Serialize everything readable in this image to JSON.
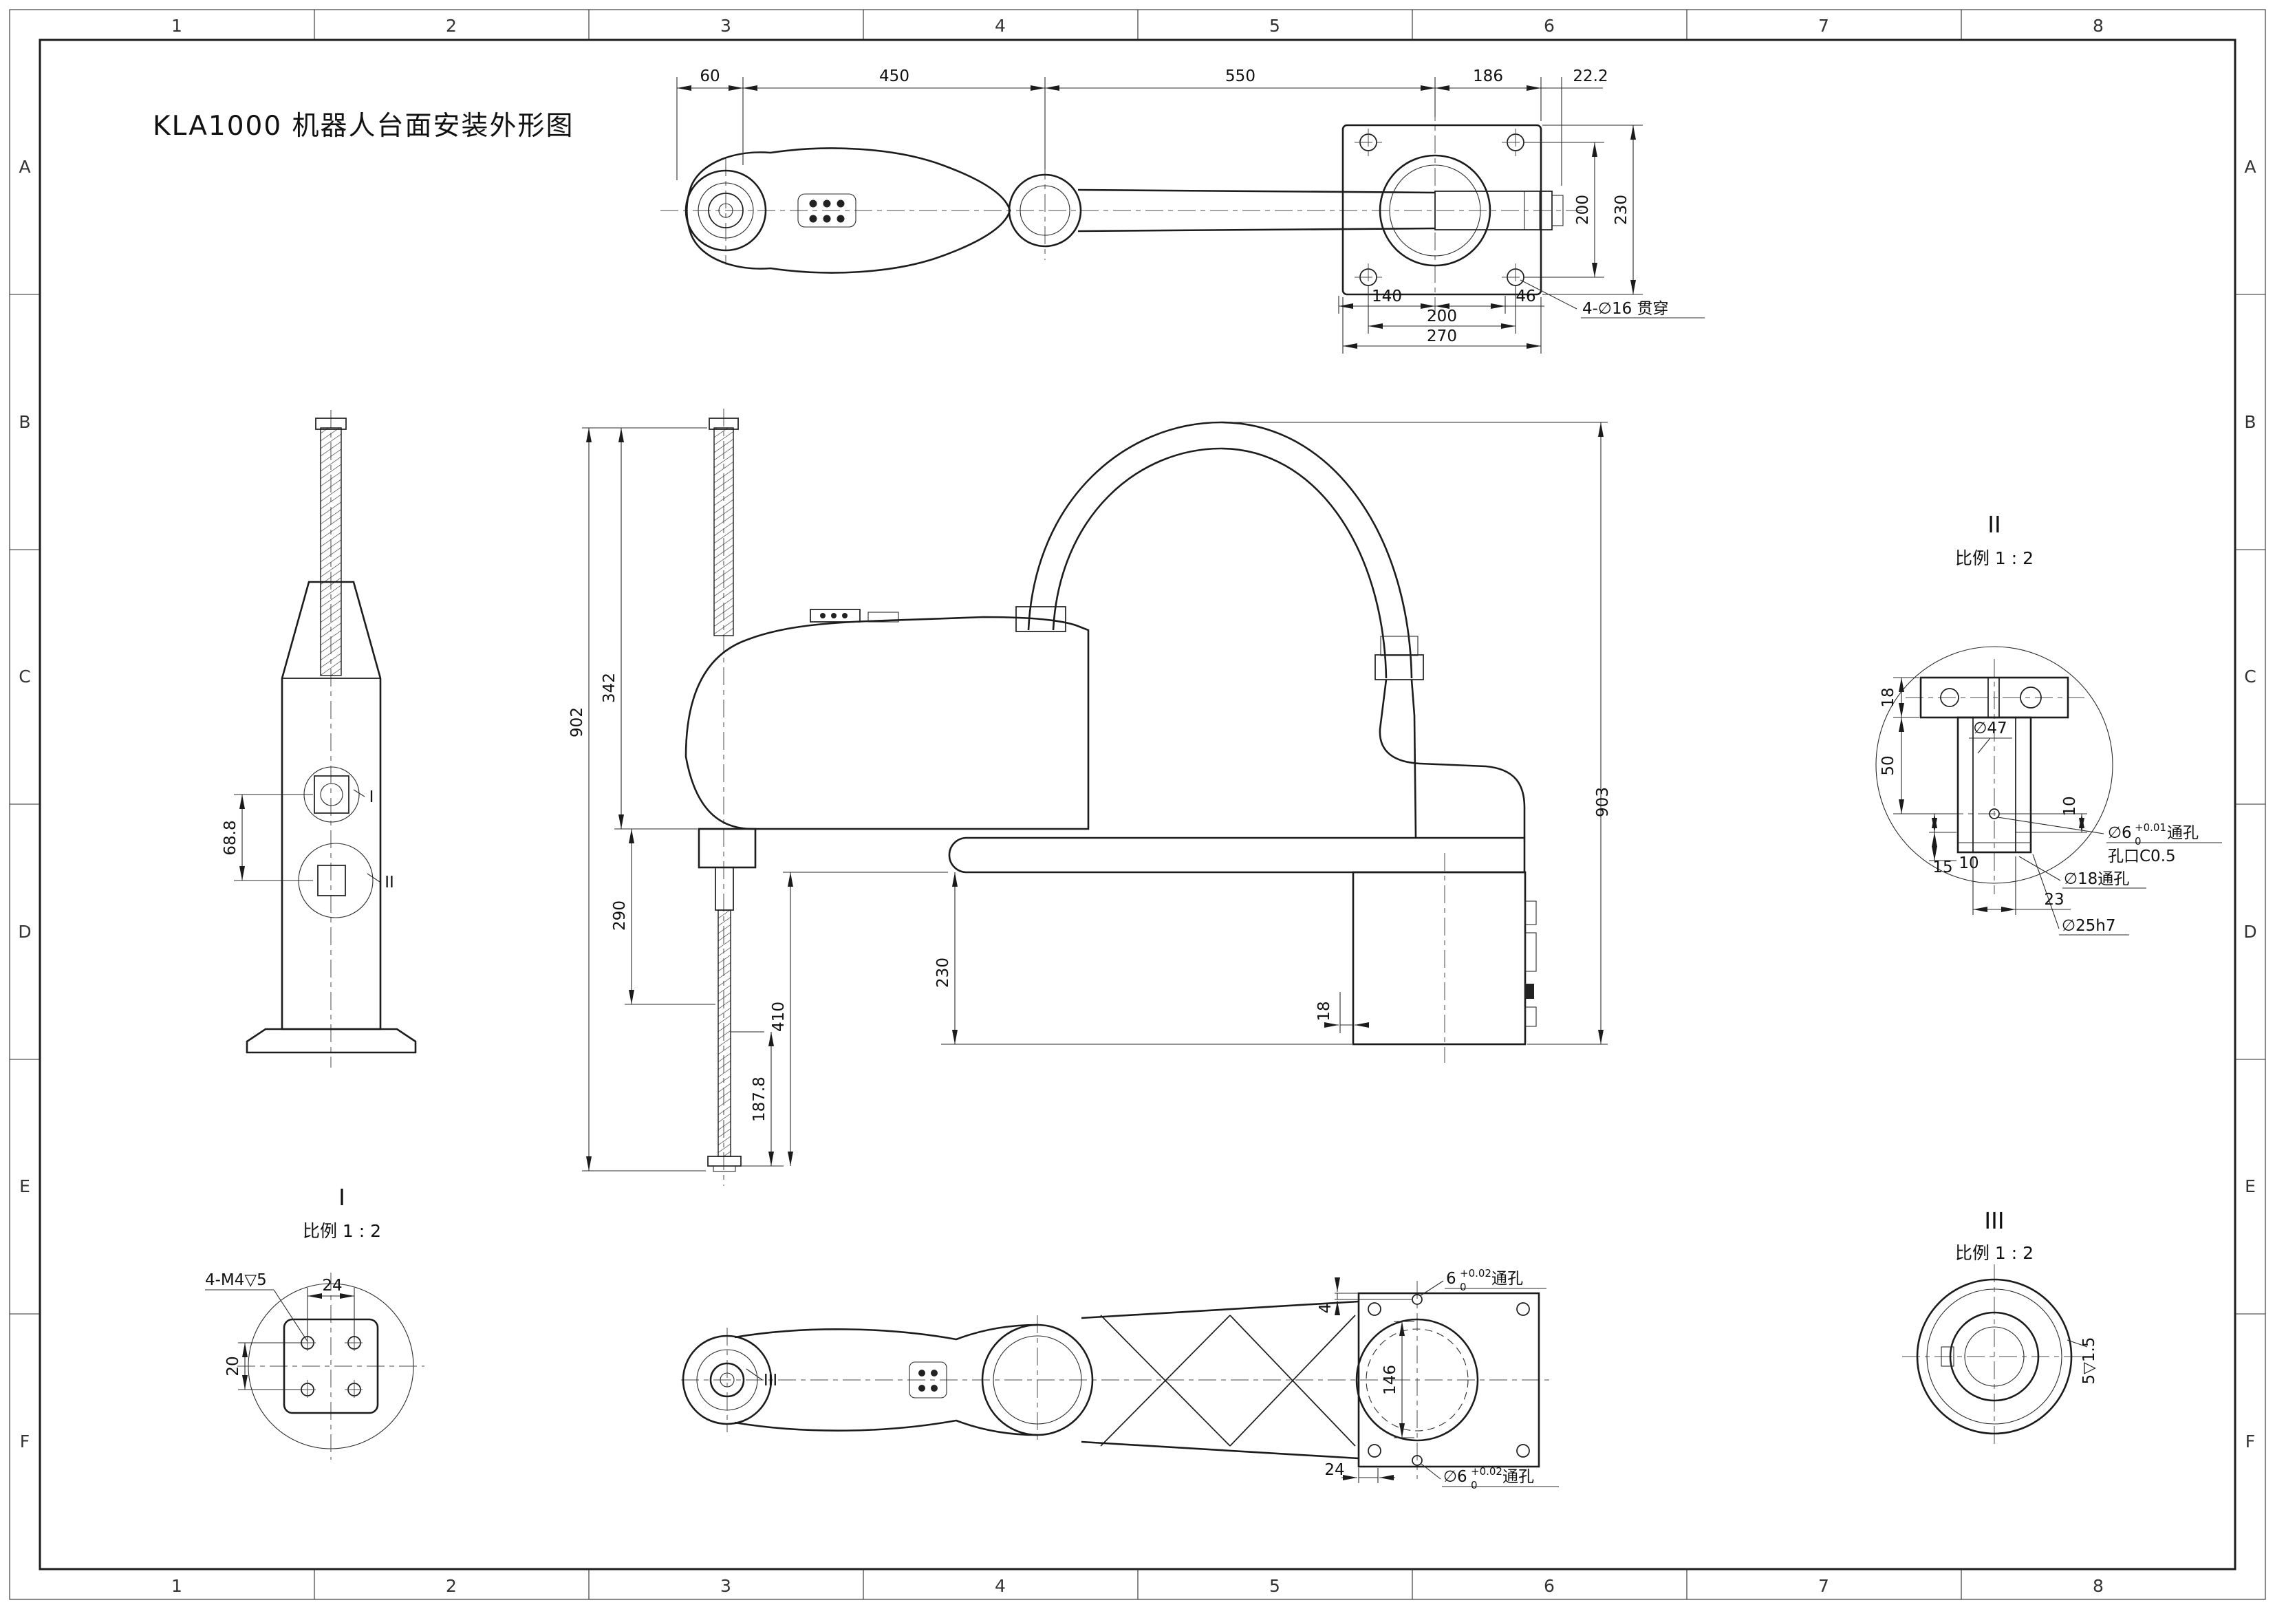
{
  "sheet": {
    "title": "KLA1000 机器人台面安装外形图",
    "zone_cols": [
      "1",
      "2",
      "3",
      "4",
      "5",
      "6",
      "7",
      "8"
    ],
    "zone_rows": [
      "A",
      "B",
      "C",
      "D",
      "E",
      "F"
    ]
  },
  "top_view": {
    "dim_60": "60",
    "dim_450": "450",
    "dim_550": "550",
    "dim_186": "186",
    "dim_22_2": "22.2",
    "dim_200_v": "200",
    "dim_230_v": "230",
    "dim_140": "140",
    "dim_46": "46",
    "dim_200_b": "200",
    "dim_270": "270",
    "note_holes": "4-∅16 贯穿"
  },
  "left_view": {
    "dim_68_8": "68.8",
    "mark_I": "I",
    "mark_II": "II"
  },
  "front_view": {
    "dim_902": "902",
    "dim_342": "342",
    "dim_290": "290",
    "dim_410": "410",
    "dim_187_8": "187.8",
    "dim_230": "230",
    "dim_903": "903",
    "dim_18": "18"
  },
  "detail_I": {
    "label": "I",
    "scale": "比例 1 : 2",
    "note_threads": "4-M4▽5",
    "dim_24": "24",
    "dim_20": "20"
  },
  "detail_II": {
    "label": "II",
    "scale": "比例 1 : 2",
    "dim_18": "18",
    "dim_50": "50",
    "dim_d47": "∅47",
    "dim_10_r": "10",
    "dim_15": "15",
    "dim_10_b": "10",
    "hole_6": "∅6",
    "hole_6_tol_sup": "+0.01",
    "hole_6_tol_sub": "0",
    "hole_6_suffix": "通孔",
    "chamfer_note": "孔口C0.5",
    "hole_18": "∅18通孔",
    "dim_23": "23",
    "dim_d25": "∅25h7"
  },
  "bottom_view": {
    "mark_III": "III",
    "dim_4": "4",
    "hole_6_top": "6",
    "hole_6_top_tol_sup": "+0.02",
    "hole_6_top_tol_sub": "0",
    "hole_6_top_suffix": "通孔",
    "dim_146": "146",
    "dim_24": "24",
    "hole_6_bottom": "∅6",
    "hole_6_bottom_tol_sup": "+0.02",
    "hole_6_bottom_tol_sub": "0",
    "hole_6_bottom_suffix": "通孔"
  },
  "detail_III": {
    "label": "III",
    "scale": "比例 1 : 2",
    "dim_5": "5▽1.5"
  }
}
